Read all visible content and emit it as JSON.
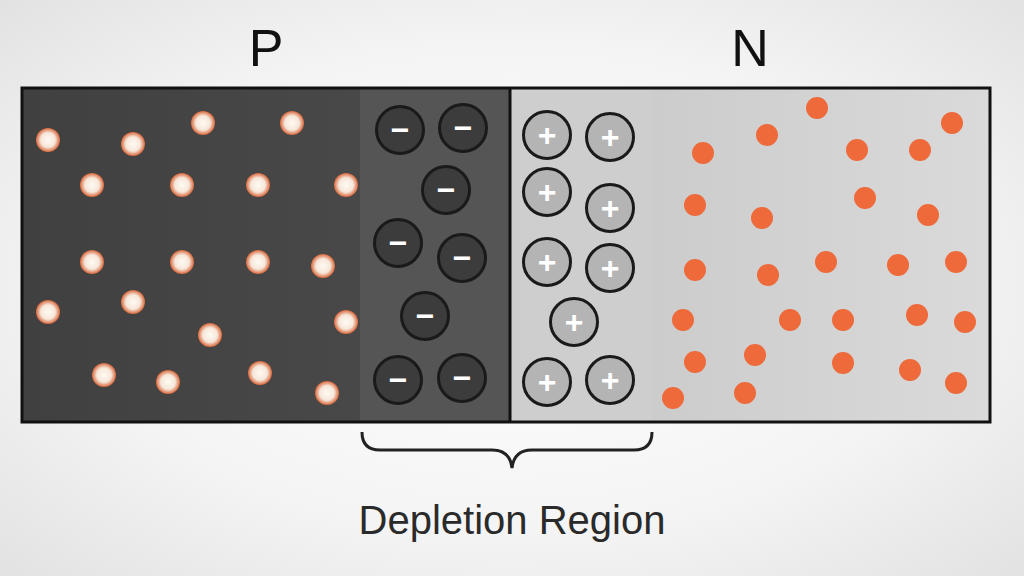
{
  "diagram": {
    "nodes": [
      {
        "text": [
          "P"
        ]
      },
      {
        "text": [
          "−"
        ],
        "in": 0
      },
      {
        "text": [
          "−"
        ],
        "in": 0
      },
      {
        "text": [
          "−"
        ],
        "in": 0
      },
      {
        "text": [
          "−"
        ],
        "in": 0
      },
      {
        "text": [
          "−"
        ],
        "in": 0
      },
      {
        "text": [
          "−"
        ],
        "in": 0
      },
      {
        "text": [
          "−"
        ],
        "in": 0
      },
      {
        "text": [
          "−"
        ],
        "in": 0
      },
      {
        "text": [
          "N"
        ]
      },
      {
        "text": [
          "+"
        ],
        "in": 9
      },
      {
        "text": [
          "+"
        ],
        "in": 9
      },
      {
        "text": [
          "+"
        ],
        "in": 9
      },
      {
        "text": [
          "+"
        ],
        "in": 9
      },
      {
        "text": [
          "+"
        ],
        "in": 9
      },
      {
        "text": [
          "+"
        ],
        "in": 9
      },
      {
        "text": [
          "+"
        ],
        "in": 9
      },
      {
        "text": [
          "+"
        ],
        "in": 9
      },
      {
        "text": [
          "+"
        ],
        "in": 9
      }
    ],
    "labels": [
      "Depletion Region"
    ]
  }
}
